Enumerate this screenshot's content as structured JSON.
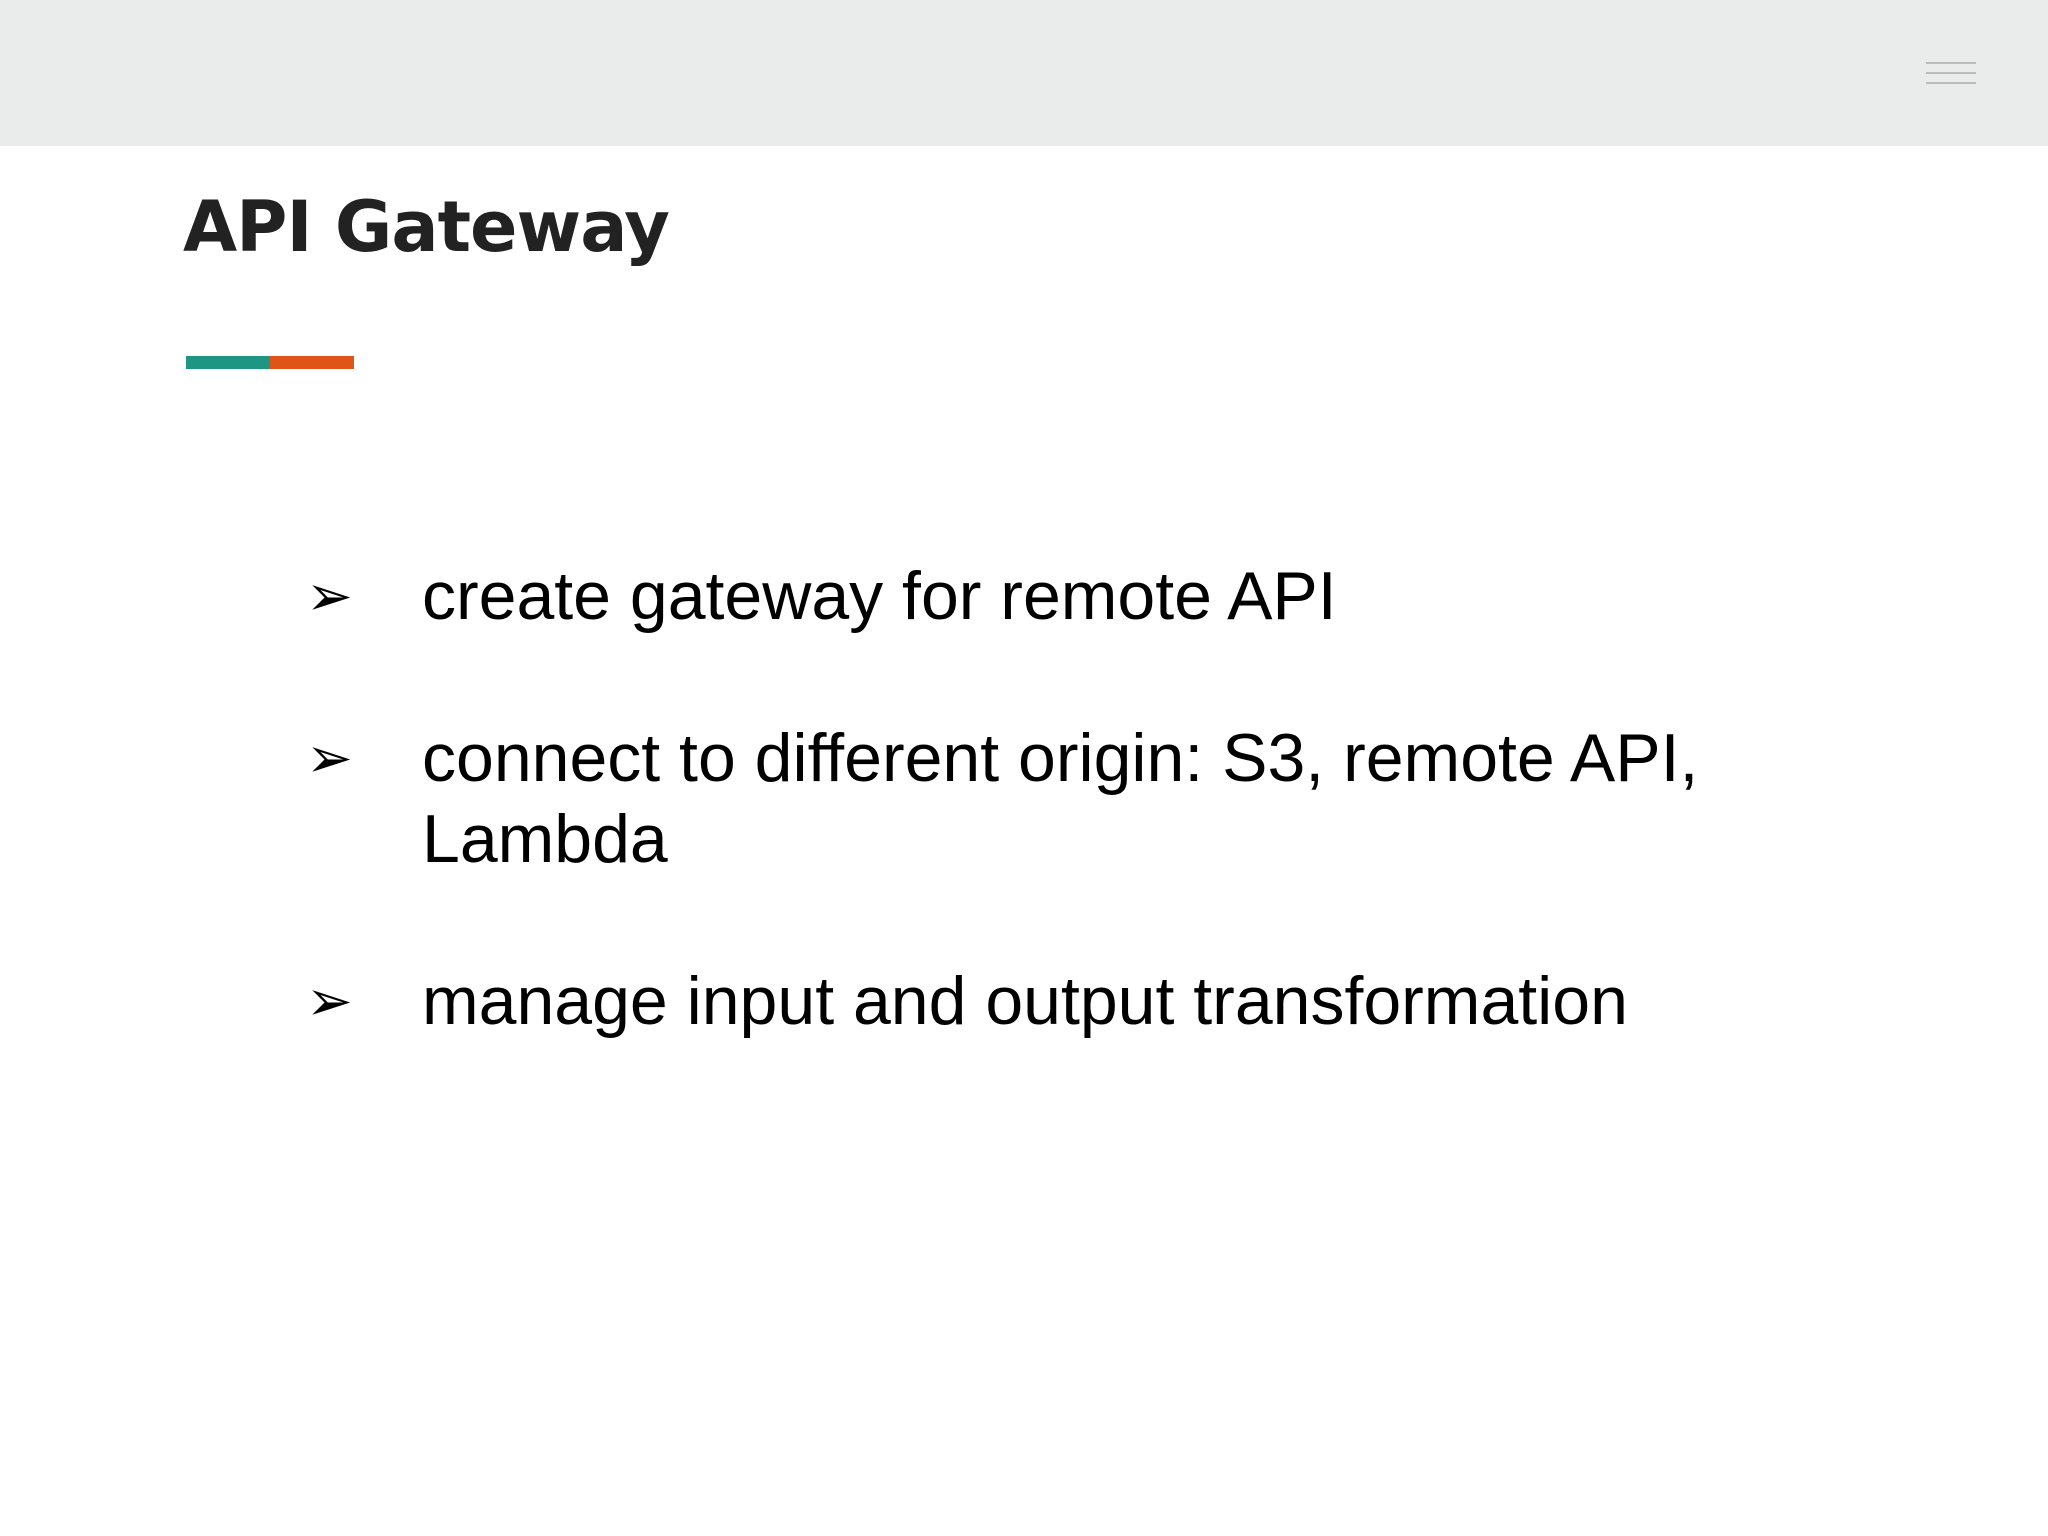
{
  "header": {
    "menu_icon": "hamburger-menu-icon",
    "band_color": "#e9ecea"
  },
  "slide": {
    "title": "API Gateway",
    "accent_colors": [
      "#1e9683",
      "#e0541a"
    ],
    "bullet_glyph": "➢",
    "bullets": [
      {
        "text": "create gateway for remote API"
      },
      {
        "text": "connect to different origin: S3, remote API, Lambda"
      },
      {
        "text": "manage input and output transformation"
      }
    ]
  }
}
